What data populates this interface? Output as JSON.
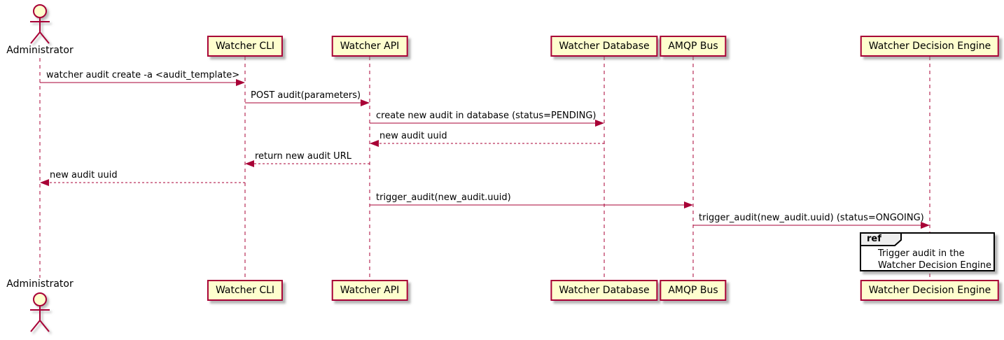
{
  "diagram_type": "sequence-diagram",
  "colors": {
    "participant_fill": "#FEFECE",
    "line_and_border": "#A80036",
    "text": "#000000",
    "ref_header_fill": "#EEEEEE",
    "ref_border": "#000000",
    "background": "#FFFFFF"
  },
  "participants": [
    {
      "name": "Administrator",
      "type": "actor"
    },
    {
      "name": "Watcher CLI",
      "type": "participant"
    },
    {
      "name": "Watcher API",
      "type": "participant"
    },
    {
      "name": "Watcher Database",
      "type": "participant"
    },
    {
      "name": "AMQP Bus",
      "type": "participant"
    },
    {
      "name": "Watcher Decision Engine",
      "type": "participant"
    }
  ],
  "messages": [
    {
      "from": "Administrator",
      "to": "Watcher CLI",
      "label": "watcher audit create -a <audit_template>",
      "line": "solid"
    },
    {
      "from": "Watcher CLI",
      "to": "Watcher API",
      "label": "POST audit(parameters)",
      "line": "solid"
    },
    {
      "from": "Watcher API",
      "to": "Watcher Database",
      "label": "create new audit in database (status=PENDING)",
      "line": "solid"
    },
    {
      "from": "Watcher Database",
      "to": "Watcher API",
      "label": "new audit uuid",
      "line": "dashed"
    },
    {
      "from": "Watcher API",
      "to": "Watcher CLI",
      "label": "return new audit URL",
      "line": "dashed"
    },
    {
      "from": "Watcher CLI",
      "to": "Administrator",
      "label": "new audit uuid",
      "line": "dashed"
    },
    {
      "from": "Watcher API",
      "to": "AMQP Bus",
      "label": "trigger_audit(new_audit.uuid)",
      "line": "solid"
    },
    {
      "from": "AMQP Bus",
      "to": "Watcher Decision Engine",
      "label": "trigger_audit(new_audit.uuid) (status=ONGOING)",
      "line": "solid"
    }
  ],
  "ref_fragment": {
    "keyword": "ref",
    "over": "Watcher Decision Engine",
    "line1": "Trigger audit in the",
    "line2": "Watcher Decision Engine"
  }
}
